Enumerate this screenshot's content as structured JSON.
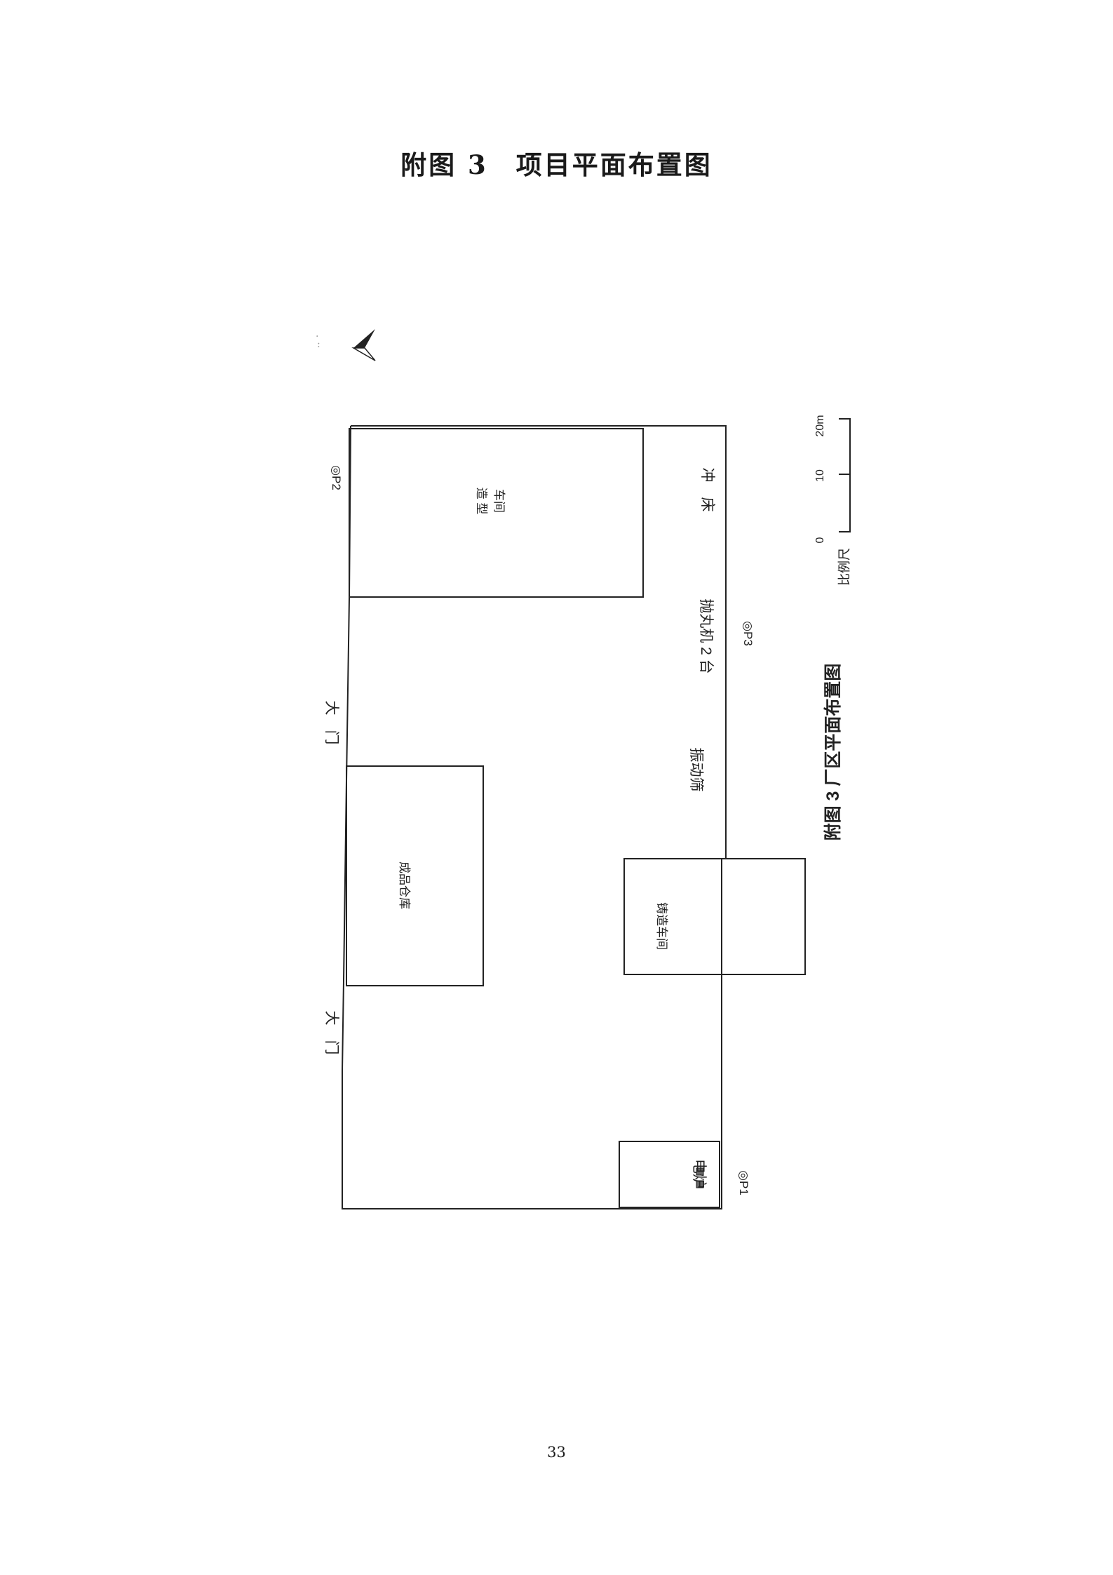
{
  "page": {
    "title": "附图 3　项目平面布置图",
    "page_number": "33"
  },
  "plan": {
    "caption": "附图 3 厂区平面布置图",
    "buildings": {
      "molding_line1": "造 型",
      "molding_line2": "车间",
      "warehouse": "成品仓库",
      "casting": "铸造车间",
      "furnace": "电炉"
    },
    "equipment": {
      "press": "冲　床",
      "shot_blast": "抛丸机 2 台",
      "vibrating_screen": "振动筛"
    },
    "gates": [
      "大　门",
      "大　门"
    ],
    "points": [
      "◎P2",
      "◎P3",
      "◎P1"
    ],
    "scale": {
      "label": "比例尺",
      "ticks": [
        "0",
        "10",
        "20m"
      ]
    }
  }
}
